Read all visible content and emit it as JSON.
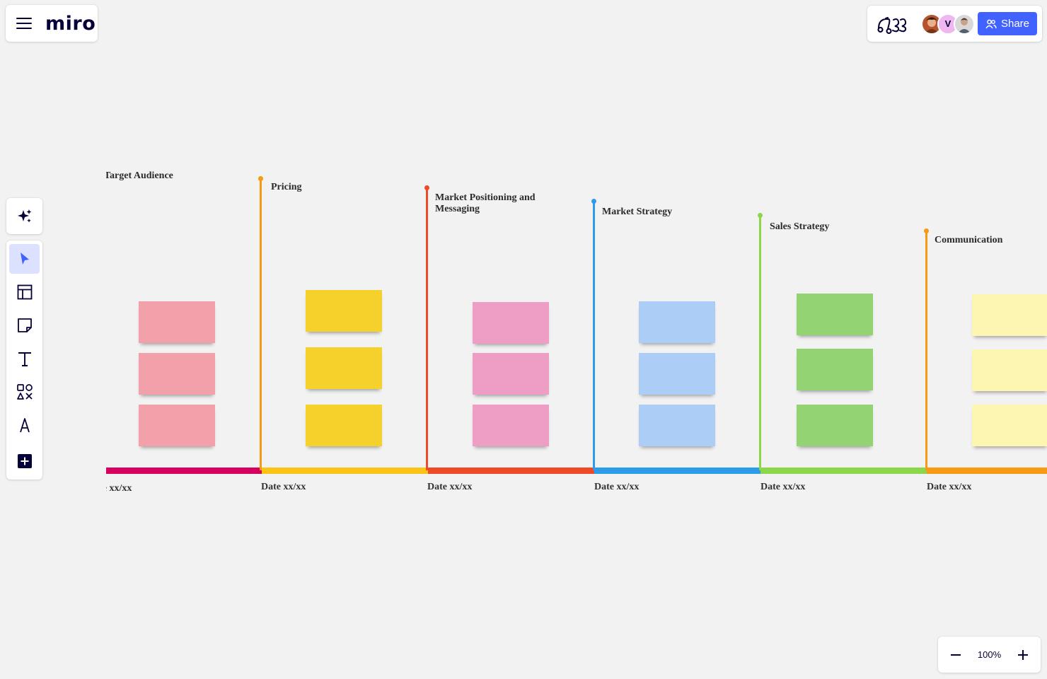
{
  "app": {
    "logo": "miro",
    "share_label": "Share",
    "avatars": [
      {
        "initial": "",
        "color": "#b5542f"
      },
      {
        "initial": "V",
        "color": "#f0b6f2"
      },
      {
        "initial": "",
        "color": "#d8d8d8"
      }
    ],
    "zoom_level": "100%"
  },
  "board": {
    "stages": [
      {
        "heading": "Target Audience",
        "date": "Date xx/xx",
        "note_color": "#f2a0aa",
        "line_color": "#d8005f"
      },
      {
        "heading": "Pricing",
        "date": "Date xx/xx",
        "note_color": "#f5d12b",
        "line_color": "#fbc316"
      },
      {
        "heading": "Market Positioning and Messaging",
        "date": "Date xx/xx",
        "note_color": "#ee9dc4",
        "line_color": "#ee4a28"
      },
      {
        "heading": "Market Strategy",
        "date": "Date xx/xx",
        "note_color": "#abcdf6",
        "line_color": "#2d9be7"
      },
      {
        "heading": "Sales Strategy",
        "date": "Date xx/xx",
        "note_color": "#94d374",
        "line_color": "#8bd64a"
      },
      {
        "heading": "Communication",
        "date": "Date xx/xx",
        "note_color": "#fdf6b2",
        "line_color": "#f69a13"
      }
    ],
    "marker_colors": [
      "#f69a13",
      "#ee4a28",
      "#2d9be7",
      "#8bd64a",
      "#f69a13"
    ]
  }
}
